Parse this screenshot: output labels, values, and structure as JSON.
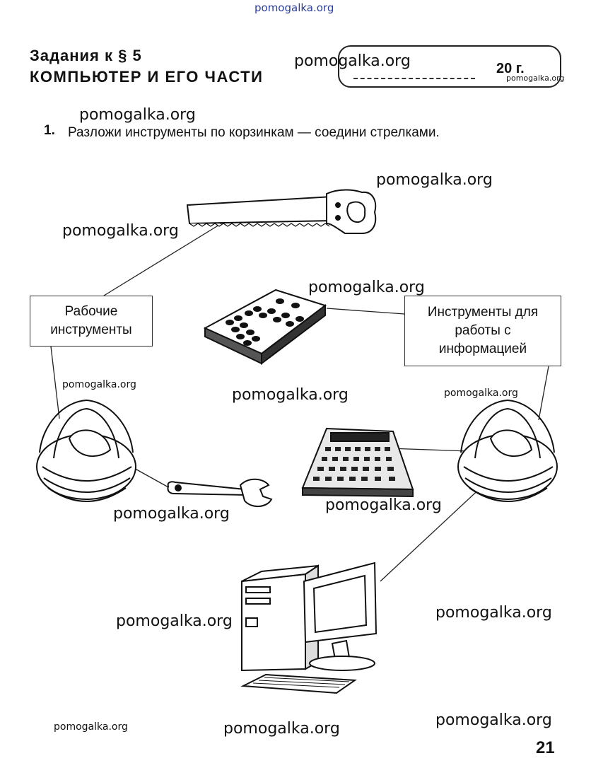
{
  "header": {
    "site": "pomogalka.org",
    "title_line1": "Задания к § 5",
    "title_line2": "КОМПЬЮТЕР И ЕГО ЧАСТИ",
    "date_year": "20 г."
  },
  "task": {
    "number": "1.",
    "text": "Разложи инструменты по корзинкам — соедини стрелками."
  },
  "boxes": {
    "work_tools": "Рабочие инструменты",
    "info_tools": "Инструменты для работы с информацией"
  },
  "items": {
    "saw": "saw-illustration",
    "abacus": "abacus-illustration",
    "calculator": "calculator-illustration",
    "wrench": "wrench-illustration",
    "computer": "computer-illustration",
    "basket_left": "basket-illustration",
    "basket_right": "basket-illustration"
  },
  "watermarks": [
    "pomogalka.org",
    "pomogalka.org",
    "pomogalka.org",
    "pomogalka.org",
    "pomogalka.org",
    "pomogalka.org",
    "pomogalka.org",
    "pomogalka.org",
    "pomogalka.org",
    "pomogalka.org",
    "pomogalka.org",
    "pomogalka.org",
    "pomogalka.org",
    "pomogalka.org",
    "pomogalka.org",
    "pomogalka.org"
  ],
  "page_number": "21"
}
